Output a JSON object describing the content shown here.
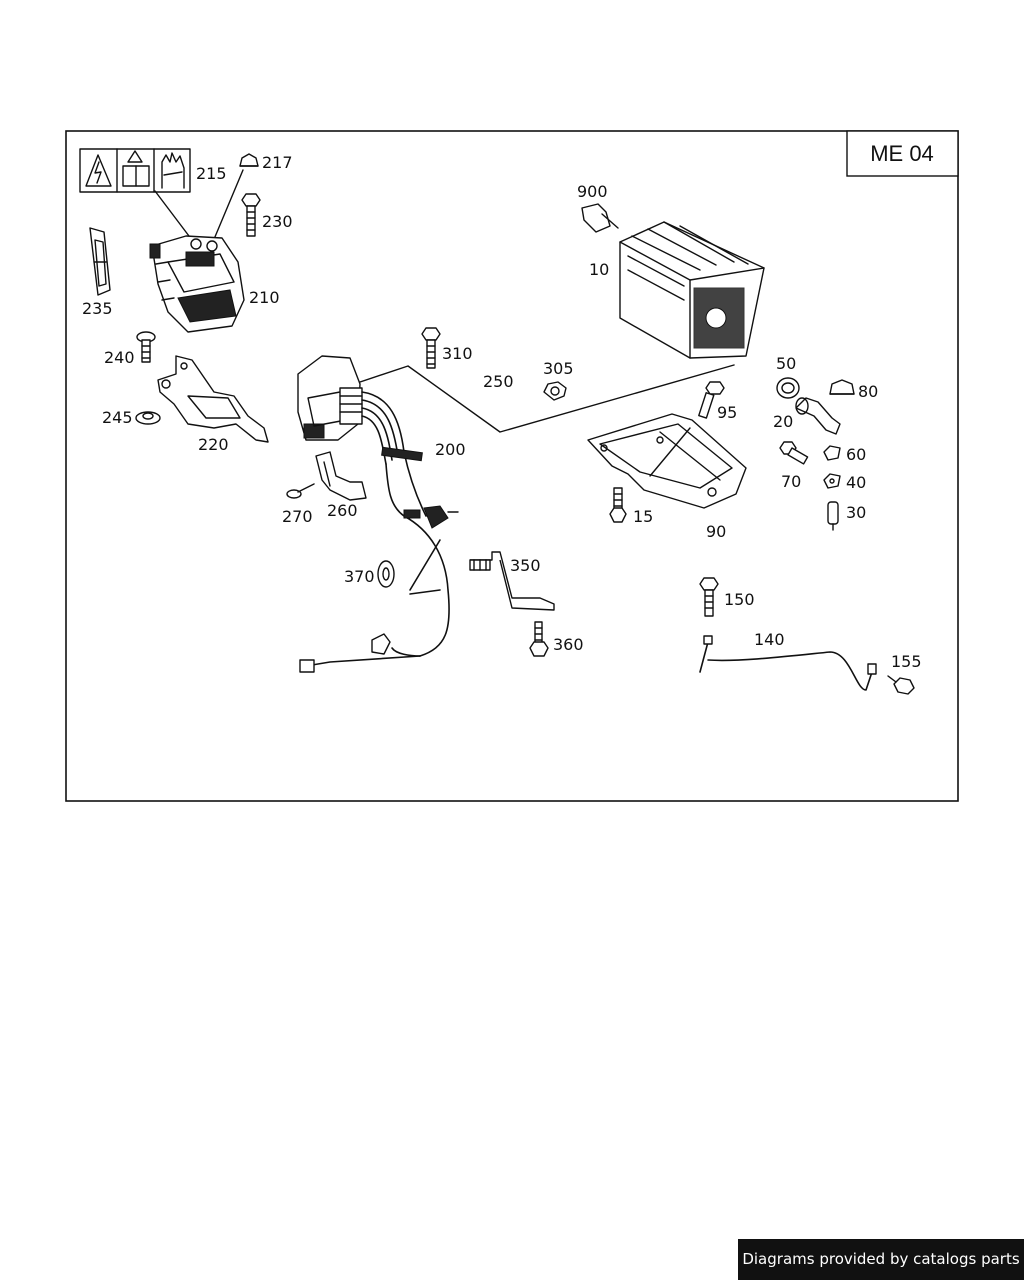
{
  "sheet_id": "ME 04",
  "footer_text": "Diagrams provided by catalogs parts",
  "callouts": {
    "c10": "10",
    "c15": "15",
    "c20": "20",
    "c30": "30",
    "c40": "40",
    "c50": "50",
    "c60": "60",
    "c70": "70",
    "c80": "80",
    "c90": "90",
    "c95": "95",
    "c140": "140",
    "c150": "150",
    "c155": "155",
    "c200": "200",
    "c210": "210",
    "c215": "215",
    "c217": "217",
    "c220": "220",
    "c230": "230",
    "c235": "235",
    "c240": "240",
    "c245": "245",
    "c250": "250",
    "c260": "260",
    "c270": "270",
    "c305": "305",
    "c310": "310",
    "c350": "350",
    "c360": "360",
    "c370": "370",
    "c900": "900"
  },
  "icons": {
    "warning_label": "high-voltage-warning-label-icon"
  }
}
